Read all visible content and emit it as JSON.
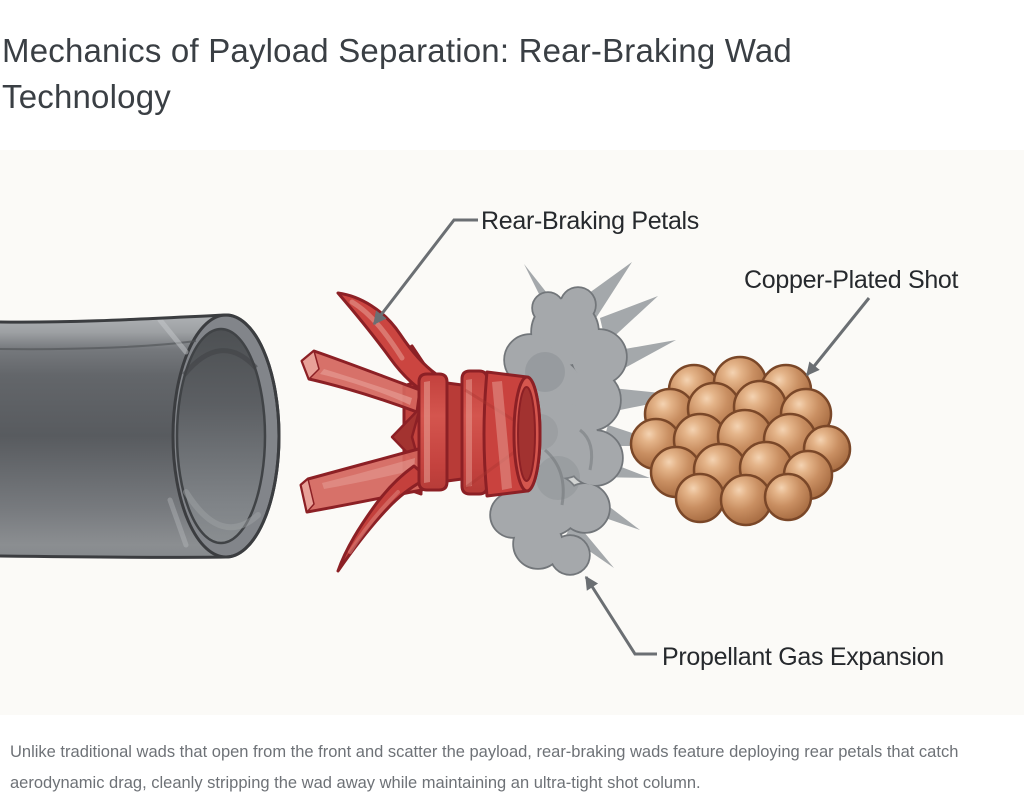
{
  "page": {
    "title": "Mechanics of Payload Separation: Rear-Braking Wad Technology"
  },
  "diagram": {
    "labels": {
      "petals": "Rear-Braking Petals",
      "shot": "Copper-Plated Shot",
      "gas": "Propellant Gas Expansion"
    },
    "parts": [
      {
        "name": "shotgun-barrel",
        "color": "#595c5f"
      },
      {
        "name": "rear-braking-wad",
        "color": "#c9423e"
      },
      {
        "name": "propellant-gas-cloud",
        "color": "#a5a8ab"
      },
      {
        "name": "copper-plated-shot-cluster",
        "color": "#c98f62"
      }
    ],
    "colors": {
      "label_text": "#26292d",
      "leader_line": "#6b6f73",
      "wad_red": "#c9423e",
      "wad_outline": "#8c2025",
      "smoke_gray": "#a5a8ab",
      "smoke_outline": "#72767a",
      "shot_copper": "#c98f62",
      "shot_outline": "#7a4728",
      "barrel_gray": "#595c5f",
      "background": "#fbfaf7"
    }
  },
  "caption": {
    "text": "Unlike traditional wads that open from the front and scatter the payload, rear-braking wads feature deploying rear petals that catch aerodynamic drag, cleanly stripping the wad away while maintaining an ultra-tight shot column."
  }
}
